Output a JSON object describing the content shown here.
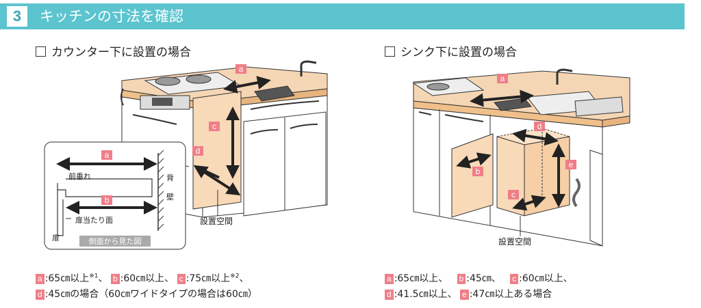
{
  "header": {
    "number": "3",
    "title": "キッチンの寸法を確認"
  },
  "left": {
    "title": "カウンター下に設置の場合",
    "space_label": "設置空間",
    "inset": {
      "front_hang": "前垂れ",
      "door_face": "扉当たり面",
      "door": "扉",
      "back_wall_1": "背",
      "back_wall_2": "壁",
      "caption": "側面から見た図"
    },
    "tags": {
      "a": "a",
      "b": "b",
      "c": "c",
      "d": "d"
    },
    "legend": {
      "line1": [
        {
          "tag": "a",
          "text": ":65㎝以上",
          "sup": "※1",
          "after": "、"
        },
        {
          "tag": "b",
          "text": ":60㎝以上、"
        },
        {
          "tag": "c",
          "text": ":75㎝以上",
          "sup": "※2",
          "after": "、"
        }
      ],
      "line2": [
        {
          "tag": "d",
          "text": ":45㎝の場合（60㎝ワイドタイプの場合は60㎝）"
        }
      ]
    }
  },
  "right": {
    "title": "シンク下に設置の場合",
    "space_label": "設置空間",
    "tags": {
      "a": "a",
      "b": "b",
      "c": "c",
      "d": "d",
      "e": "e"
    },
    "legend": {
      "line1": [
        {
          "tag": "a",
          "text": ":65㎝以上、"
        },
        {
          "tag": "b",
          "text": ":45㎝、"
        },
        {
          "tag": "c",
          "text": ":60㎝以上、"
        }
      ],
      "line2": [
        {
          "tag": "d",
          "text": ":41.5㎝以上、"
        },
        {
          "tag": "e",
          "text": ":47㎝以上ある場合"
        }
      ]
    }
  },
  "colors": {
    "banner": "#5bc4cf",
    "tag": "#ef7e88",
    "wood": "#f4c9a0",
    "space": "#f8d9b8"
  }
}
